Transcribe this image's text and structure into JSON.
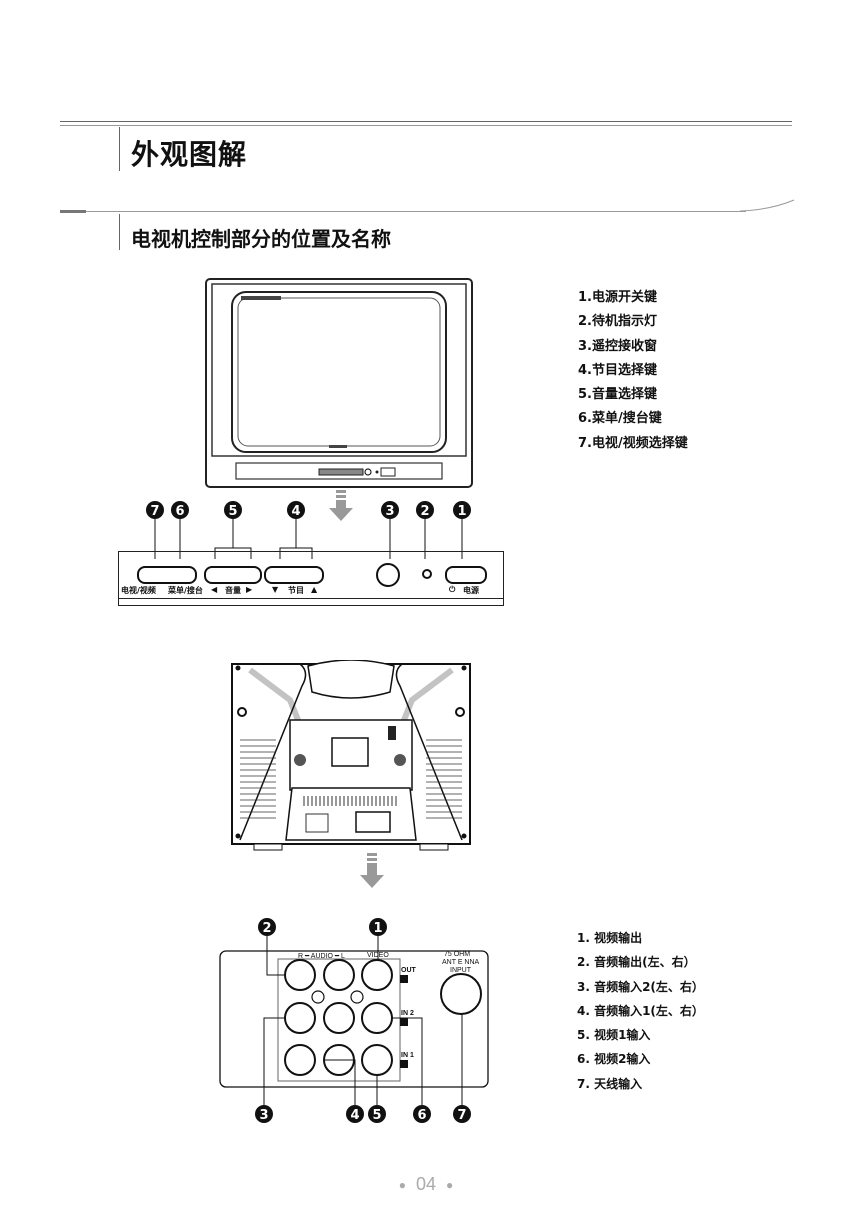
{
  "page": {
    "title": "外观图解",
    "subtitle": "电视机控制部分的位置及名称",
    "page_number": "04"
  },
  "front_list": {
    "items": [
      "1.电源开关键",
      "2.待机指示灯",
      "3.遥控接收窗",
      "4.节目选择键",
      "5.音量选择键",
      "6.菜单/搜台键",
      "7.电视/视频选择键"
    ]
  },
  "front_panel": {
    "labels": {
      "tv_av": "电视/视频",
      "menu": "菜单/搜台",
      "vol_left": "◀",
      "volume": "音量",
      "vol_right": "▶",
      "ch_down": "▼",
      "program": "节目",
      "ch_up": "▲",
      "power_symbol": "⏻",
      "power": "电源"
    },
    "callouts": [
      "❼",
      "❻",
      "❺",
      "❹",
      "❸",
      "❷",
      "❶"
    ]
  },
  "jack_panel": {
    "audio_label": "R ━ AUDIO ━ L",
    "video_label": "VIDEO",
    "out_label": "OUT",
    "in2_label": "IN 2",
    "in1_label": "IN 1",
    "antenna_line1": "75 OHM",
    "antenna_line2": "ANT E NNA",
    "antenna_line3": "INPUT",
    "callouts": [
      "❷",
      "❶",
      "❸",
      "❹",
      "❺",
      "❻",
      "❼"
    ]
  },
  "jack_list": {
    "items": [
      "1. 视频输出",
      "2. 音频输出(左、右）",
      "3. 音频输入2(左、右）",
      "4. 音频输入1(左、右）",
      "5.  视频1输入",
      "6.  视频2输入",
      "7. 天线输入"
    ]
  }
}
